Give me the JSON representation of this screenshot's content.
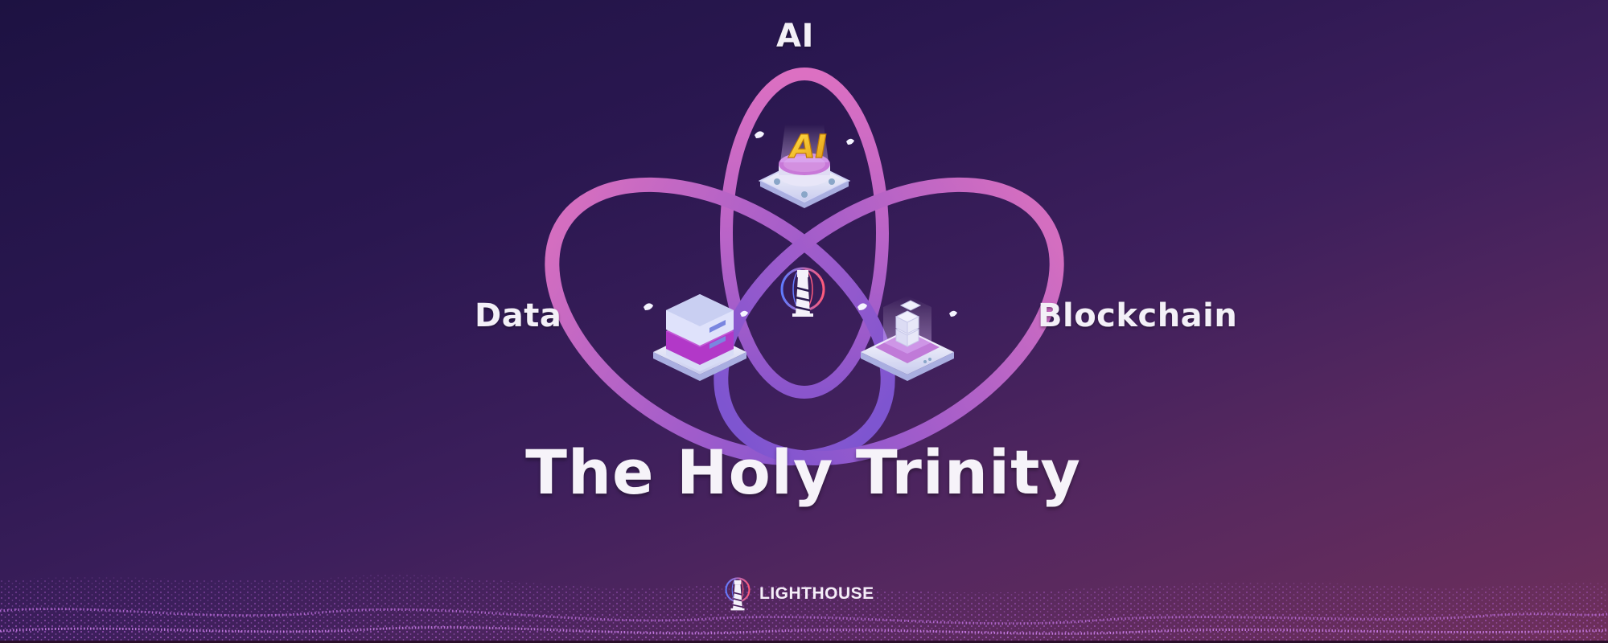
{
  "labels": {
    "top": "AI",
    "left": "Data",
    "right": "Blockchain"
  },
  "title": "The Holy Trinity",
  "brand": {
    "name": "LIGHTHOUSE",
    "icon": "lighthouse-globe-icon"
  },
  "icons": {
    "top": "ai-platform-icon",
    "left": "data-server-icon",
    "right": "blockchain-cubes-icon",
    "center": "lighthouse-globe-icon"
  },
  "colors": {
    "background_top_left": "#1d1242",
    "background_bottom_right": "#6e2f5a",
    "ring_pink": "#d46fc0",
    "ring_violet": "#7b4fd0",
    "text": "#f3f0f7",
    "ai_glyph": "#f6c21a"
  }
}
